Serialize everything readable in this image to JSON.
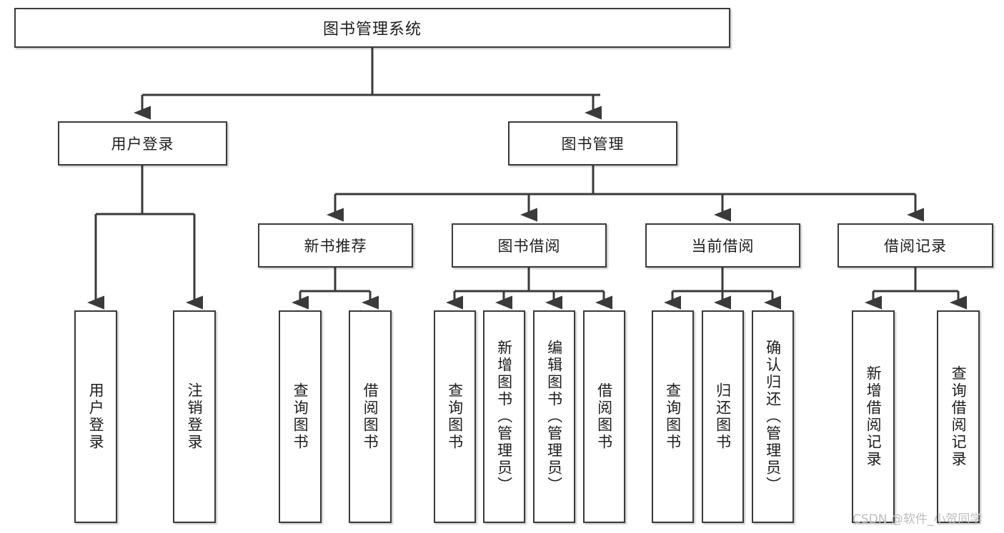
{
  "diagram": {
    "title": "图书管理系统",
    "root": {
      "label": "图书管理系统"
    },
    "level2": [
      {
        "label": "用户登录"
      },
      {
        "label": "图书管理"
      }
    ],
    "level3": [
      {
        "label": "新书推荐"
      },
      {
        "label": "图书借阅"
      },
      {
        "label": "当前借阅"
      },
      {
        "label": "借阅记录"
      }
    ],
    "leaves": {
      "user_login": [
        {
          "label": "用户登录"
        },
        {
          "label": "注销登录"
        }
      ],
      "new_book": [
        {
          "label": "查询图书"
        },
        {
          "label": "借阅图书"
        }
      ],
      "book_borrow": [
        {
          "label": "查询图书"
        },
        {
          "label": "新增图书（管理员）"
        },
        {
          "label": "编辑图书（管理员）"
        },
        {
          "label": "借阅图书"
        }
      ],
      "current_borrow": [
        {
          "label": "查询图书"
        },
        {
          "label": "归还图书"
        },
        {
          "label": "确认归还（管理员）"
        }
      ],
      "borrow_record": [
        {
          "label": "新增借阅记录"
        },
        {
          "label": "查询借阅记录"
        }
      ]
    }
  },
  "watermark": {
    "text": "CSDN @软件_小贺同学"
  },
  "colors": {
    "stroke": "#3a3a3a",
    "text": "#1d1d1d",
    "background": "#ffffff",
    "watermark": "#bdbdbd"
  }
}
